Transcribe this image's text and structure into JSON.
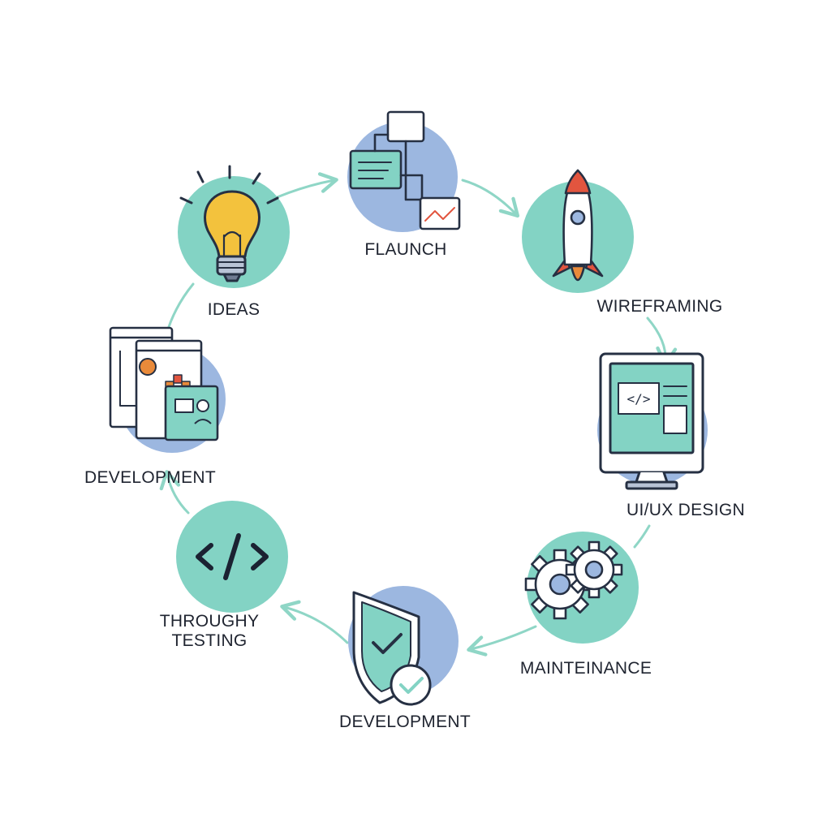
{
  "diagram": {
    "type": "cycle",
    "palette": {
      "teal": "#83d3c4",
      "blue": "#9cb7e0",
      "arrow": "#8fd6c6",
      "outline": "#263043",
      "bulb": "#f3c23d",
      "rocket_red": "#e2553f",
      "orange": "#e98a3a"
    },
    "stages": [
      {
        "label": "IDEAS",
        "icon": "lightbulb-icon",
        "color": "teal"
      },
      {
        "label": "FLAUNCH",
        "icon": "flowchart-icon",
        "color": "blue"
      },
      {
        "label": "WIREFRAMING",
        "icon": "rocket-icon",
        "color": "teal"
      },
      {
        "label": "UI/UX DESIGN",
        "icon": "monitor-code-icon",
        "color": "blue"
      },
      {
        "label": "MAINTEINANCE",
        "icon": "gears-icon",
        "color": "teal"
      },
      {
        "label": "DEVELOPMENT",
        "icon": "shield-check-icon",
        "color": "blue"
      },
      {
        "label_lines": [
          "THROUGHY",
          "TESTING"
        ],
        "icon": "code-brackets-icon",
        "color": "teal"
      },
      {
        "label": "DEVELOPMENT",
        "icon": "browser-windows-icon",
        "color": "blue"
      }
    ]
  }
}
